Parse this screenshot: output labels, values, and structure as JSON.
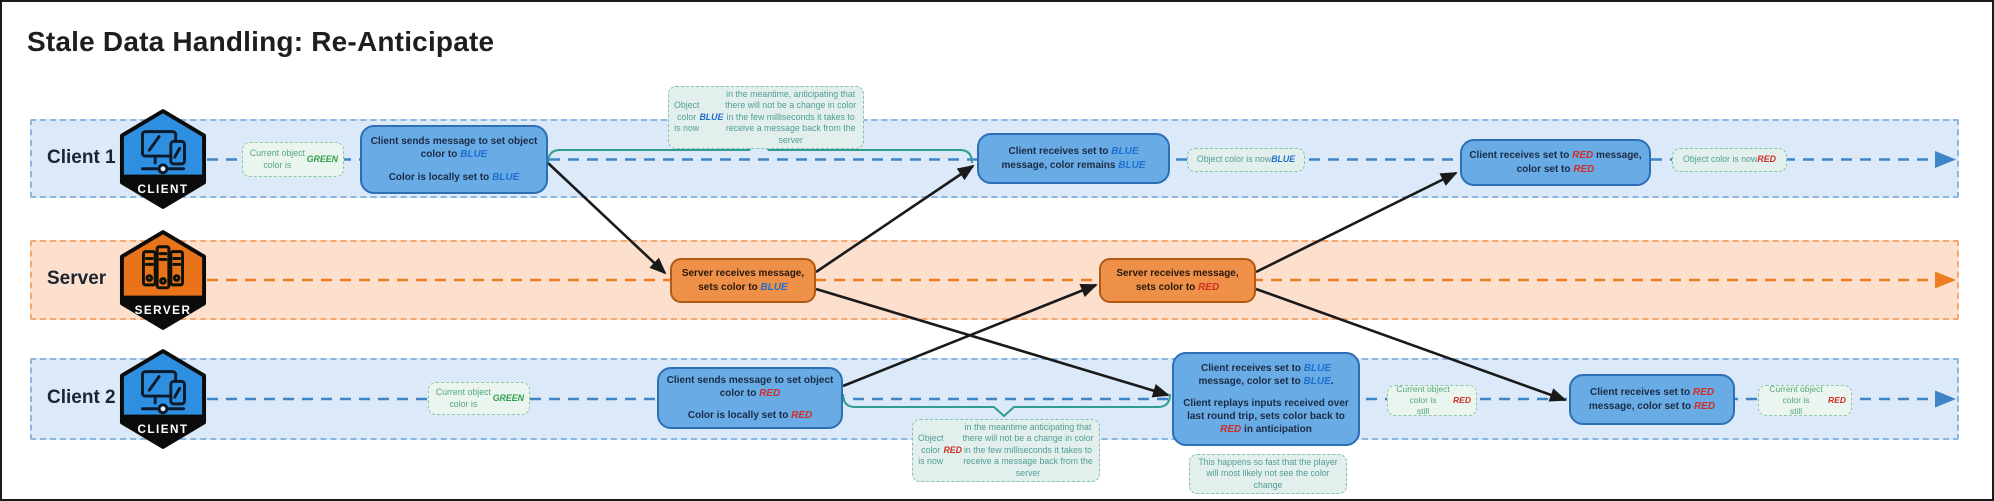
{
  "title": "Stale Data Handling: Re-Anticipate",
  "colors": {
    "kw-blue": "#1f6fd1",
    "kw-red": "#cd2f26",
    "kw-green": "#2f9e4a",
    "client-box": "#69abe5",
    "client-box-border": "#2d6fb5",
    "server-box": "#ef9049",
    "server-box-border": "#b25a14",
    "client-lane-bg": "#dbe9f8",
    "client-lane-border": "#8ab6e0",
    "server-lane-bg": "#fcdfcc",
    "server-lane-border": "#f4a870",
    "client-line": "#3d85c6",
    "server-line": "#ed7d21",
    "badge-client": "#2e8fe0",
    "badge-server": "#e8731b",
    "note-green-text": "#55a67c",
    "note-teal-text": "#519e98",
    "brace": "#2f9e8f",
    "arrow": "#1a1a1a"
  },
  "lanes": {
    "client1": {
      "label": "Client 1",
      "badge": "CLIENT"
    },
    "server": {
      "label": "Server",
      "badge": "SERVER"
    },
    "client2": {
      "label": "Client 2",
      "badge": "CLIENT"
    }
  },
  "boxes": {
    "c1_send": {
      "p1": [
        {
          "t": "Client sends message to set object color to "
        },
        {
          "t": "BLUE",
          "c": "blue"
        }
      ],
      "p2": [
        {
          "t": "Color is locally set to "
        },
        {
          "t": "BLUE",
          "c": "blue"
        }
      ]
    },
    "c1_recv_blue": {
      "p1": [
        {
          "t": "Client receives set to "
        },
        {
          "t": "BLUE",
          "c": "blue"
        },
        {
          "t": " message, color remains "
        },
        {
          "t": "BLUE",
          "c": "blue"
        }
      ]
    },
    "c1_recv_red": {
      "p1": [
        {
          "t": "Client receives set to "
        },
        {
          "t": "RED",
          "c": "red"
        },
        {
          "t": " message, color set to "
        },
        {
          "t": "RED",
          "c": "red"
        }
      ]
    },
    "srv_blue": {
      "p1": [
        {
          "t": "Server receives message, sets color to "
        },
        {
          "t": "BLUE",
          "c": "blue"
        }
      ]
    },
    "srv_red": {
      "p1": [
        {
          "t": "Server receives message, sets color to "
        },
        {
          "t": "RED",
          "c": "red"
        }
      ]
    },
    "c2_send": {
      "p1": [
        {
          "t": "Client sends message to set object color to "
        },
        {
          "t": "RED",
          "c": "red"
        }
      ],
      "p2": [
        {
          "t": "Color is locally set to "
        },
        {
          "t": "RED",
          "c": "red"
        }
      ]
    },
    "c2_recv_blue": {
      "p1": [
        {
          "t": "Client receives set to "
        },
        {
          "t": "BLUE",
          "c": "blue"
        },
        {
          "t": " message, color set to "
        },
        {
          "t": "BLUE",
          "c": "blue"
        },
        {
          "t": "."
        }
      ],
      "p2": [
        {
          "t": "Client replays inputs received over last round trip, sets color back to "
        },
        {
          "t": "RED",
          "c": "red"
        },
        {
          "t": " in anticipation"
        }
      ]
    },
    "c2_recv_red": {
      "p1": [
        {
          "t": "Client receives set to "
        },
        {
          "t": "RED",
          "c": "red"
        },
        {
          "t": " message, color set to "
        },
        {
          "t": "RED",
          "c": "red"
        }
      ]
    }
  },
  "notes": {
    "c1_green": [
      {
        "t": "Current object color is\n"
      },
      {
        "t": "GREEN",
        "c": "green"
      }
    ],
    "c1_meantime": [
      {
        "t": "Object color is now "
      },
      {
        "t": "BLUE",
        "c": "blue"
      },
      {
        "t": " in the meantime, anticipating that there will not be a change in color in the few milliseconds it takes to receive a message back from the server"
      }
    ],
    "c1_now_blue": [
      {
        "t": "Object color is now "
      },
      {
        "t": "BLUE",
        "c": "blue"
      }
    ],
    "c1_now_red": [
      {
        "t": "Object color is now "
      },
      {
        "t": "RED",
        "c": "red"
      }
    ],
    "c2_green": [
      {
        "t": "Current object color is\n"
      },
      {
        "t": "GREEN",
        "c": "green"
      }
    ],
    "c2_meantime": [
      {
        "t": "Object color is now "
      },
      {
        "t": "RED",
        "c": "red"
      },
      {
        "t": " in the meantime anticipating that there will not be a change in color in the few milliseconds it takes to receive a message back from the server"
      }
    ],
    "c2_so_fast": [
      {
        "t": "This happens so fast that the player will most likely not see the color change"
      }
    ],
    "c2_still_red_1": [
      {
        "t": "Current object color is\nstill "
      },
      {
        "t": "RED",
        "c": "red"
      }
    ],
    "c2_still_red_2": [
      {
        "t": "Current object color is\nstill "
      },
      {
        "t": "RED",
        "c": "red"
      }
    ]
  }
}
